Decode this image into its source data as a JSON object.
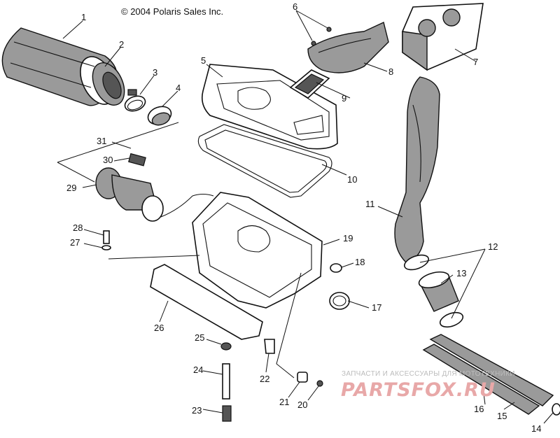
{
  "copyright": "© 2004 Polaris Sales Inc.",
  "watermark": {
    "line": "ЗАПЧАСТИ И АКСЕССУАРЫ ДЛЯ МОТОТЕХНИКИ",
    "logo": "PARTSFOX.RU"
  },
  "callouts": {
    "c1": "1",
    "c2": "2",
    "c3": "3",
    "c4": "4",
    "c5": "5",
    "c6": "6",
    "c7": "7",
    "c8": "8",
    "c9": "9",
    "c10": "10",
    "c11": "11",
    "c12": "12",
    "c13": "13",
    "c14": "14",
    "c15": "15",
    "c16": "16",
    "c17": "17",
    "c18": "18",
    "c19": "19",
    "c20": "20",
    "c21": "21",
    "c22": "22",
    "c23": "23",
    "c24": "24",
    "c25": "25",
    "c26": "26",
    "c27": "27",
    "c28": "28",
    "c29": "29",
    "c30": "30",
    "c31": "31"
  }
}
